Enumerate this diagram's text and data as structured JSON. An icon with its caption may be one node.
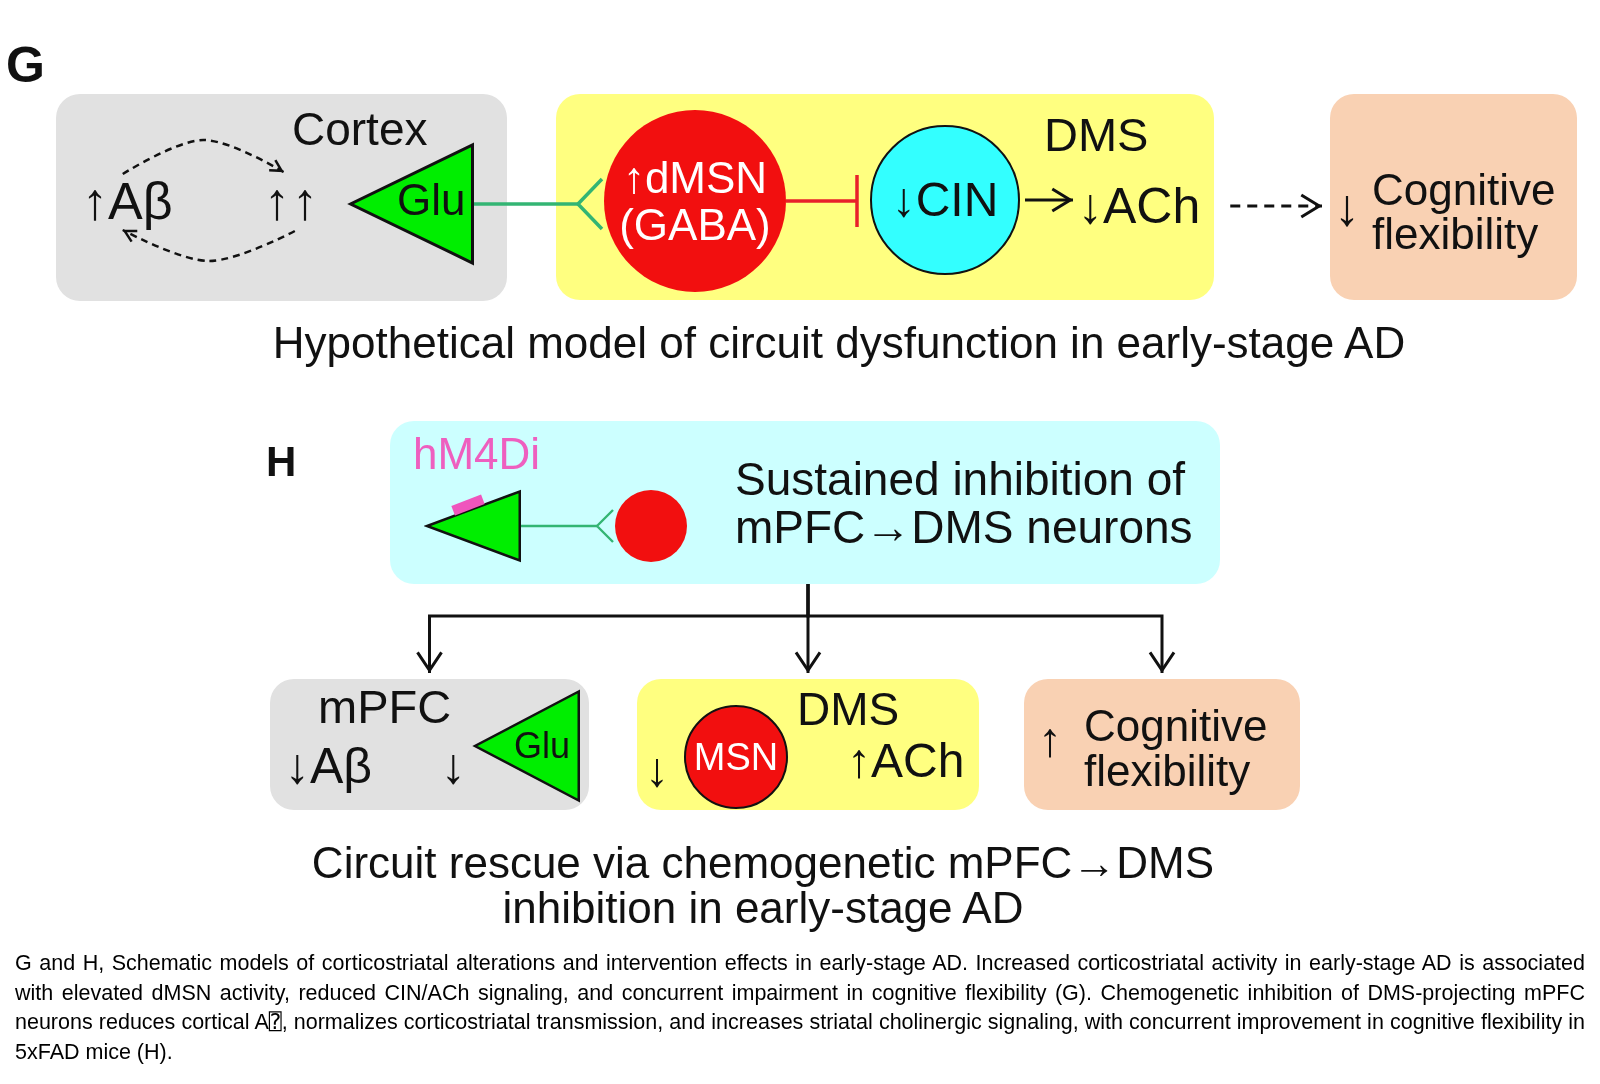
{
  "diagram": {
    "caption": "G and H, Schematic models of corticostriatal alterations and intervention effects in early-stage AD. Increased corticostriatal activity in early-stage AD is associated with elevated dMSN activity, reduced CIN/ACh signaling, and concurrent impairment in cognitive flexibility (G). Chemogenetic inhibition of DMS-projecting mPFC neurons reduces cortical A⍰, normalizes corticostriatal transmission, and increases striatal cholinergic signaling, with concurrent improvement in cognitive flexibility in 5xFAD mice (H).",
    "nodes": [
      {
        "text": [
          "Cortex"
        ]
      },
      {
        "text": [
          "↑Aβ"
        ],
        "in": 0
      },
      {
        "text": [
          "↑↑"
        ],
        "in": 0
      },
      {
        "text": [
          "Glu"
        ],
        "in": 0
      },
      {
        "text": [
          "DMS"
        ]
      },
      {
        "text": [
          "↑dMSN (GABA)"
        ],
        "in": 4
      },
      {
        "text": [
          "↓CIN"
        ],
        "in": 4
      },
      {
        "text": [
          "↓ACh"
        ],
        "in": 4
      },
      {
        "text": [
          "↓",
          "Cognitive flexibility"
        ]
      },
      {
        "text": [
          "Sustained inhibition of mPFC→DMS neurons"
        ]
      },
      {
        "text": [],
        "shape": "triangle",
        "in": 9,
        "beside": [
          "hM4Di"
        ]
      },
      {
        "text": [],
        "shape": "circle",
        "in": 9
      },
      {
        "text": [
          "mPFC",
          "↓Aβ"
        ]
      },
      {
        "text": [
          "Glu"
        ],
        "in": 12,
        "beside": [
          "↓"
        ]
      },
      {
        "text": [
          "DMS",
          "↑ACh"
        ]
      },
      {
        "text": [
          "MSN"
        ],
        "in": 14,
        "beside": [
          "↓"
        ]
      },
      {
        "text": [
          "↑",
          "Cognitive flexibility"
        ]
      }
    ],
    "edges": [
      {
        "from": 1,
        "to": 2,
        "arrow": "to",
        "style": "dashed"
      },
      {
        "from": 2,
        "to": 1,
        "arrow": "to",
        "style": "dashed"
      },
      {
        "from": 3,
        "to": 5,
        "arrow": "other",
        "color": "#33b573"
      },
      {
        "from": 5,
        "to": 6,
        "arrow": "other",
        "color": "#e8202a"
      },
      {
        "from": 6,
        "to": 7,
        "arrow": "to"
      },
      {
        "from": 7,
        "to": 8,
        "arrow": "to",
        "style": "dashed"
      },
      {
        "from": 10,
        "to": 11,
        "arrow": "other",
        "color": "#33b573"
      },
      {
        "from": 9,
        "to": 12,
        "arrow": "to"
      },
      {
        "from": 9,
        "to": 14,
        "arrow": "to"
      },
      {
        "from": 9,
        "to": 16,
        "arrow": "to"
      }
    ],
    "labels": [
      "G",
      "Hypothetical model of circuit dysfunction in early-stage AD",
      "H",
      "Circuit rescue via chemogenetic mPFC→DMS inhibition in early-stage AD"
    ]
  }
}
